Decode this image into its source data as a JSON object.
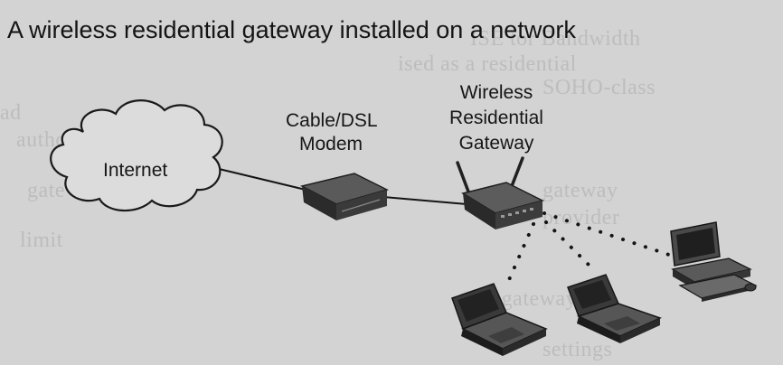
{
  "diagram": {
    "title": "A wireless residential gateway installed on a network",
    "nodes": {
      "internet": {
        "label": "Internet",
        "icon": "cloud-icon"
      },
      "modem": {
        "label_line1": "Cable/DSL",
        "label_line2": "Modem",
        "icon": "modem-icon"
      },
      "gateway": {
        "label_line1": "Wireless",
        "label_line2": "Residential",
        "label_line3": "Gateway",
        "icon": "wireless-router-icon"
      },
      "laptop_1": {
        "icon": "laptop-icon"
      },
      "laptop_2": {
        "icon": "laptop-icon"
      },
      "desktop": {
        "icon": "desktop-computer-icon"
      }
    },
    "connections": [
      {
        "from": "internet",
        "to": "modem",
        "kind": "wired"
      },
      {
        "from": "modem",
        "to": "gateway",
        "kind": "wired"
      },
      {
        "from": "gateway",
        "to": "laptop_1",
        "kind": "wireless"
      },
      {
        "from": "gateway",
        "to": "laptop_2",
        "kind": "wireless"
      },
      {
        "from": "gateway",
        "to": "desktop",
        "kind": "wireless"
      }
    ],
    "colors": {
      "background": "#d3d3d3",
      "ink": "#141414",
      "device_dark": "#2b2b2b"
    }
  }
}
